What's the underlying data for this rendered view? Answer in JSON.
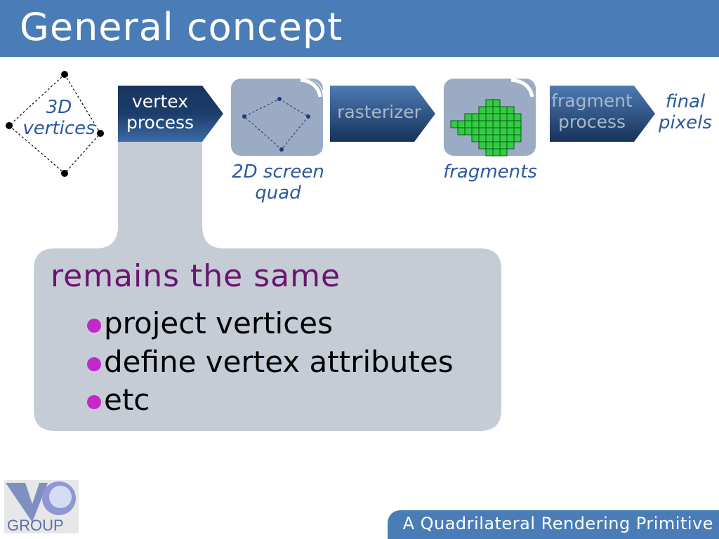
{
  "slide": {
    "title": "General concept",
    "footer": "A Quadrilateral Rendering Primitive"
  },
  "pipeline": {
    "input_label": "3D vertices",
    "stages": [
      {
        "label_line1": "vertex",
        "label_line2": "process",
        "highlighted": true
      },
      {
        "label_line1": "rasterizer",
        "label_line2": "",
        "highlighted": false
      },
      {
        "label_line1": "fragment",
        "label_line2": "process",
        "highlighted": false
      }
    ],
    "intermediate_1": {
      "label_line1": "2D screen",
      "label_line2": "quad"
    },
    "intermediate_2": {
      "label": "fragments"
    },
    "output_label_line1": "final",
    "output_label_line2": "pixels"
  },
  "callout": {
    "heading": "remains the same",
    "bullets": [
      "project vertices",
      "define vertex attributes",
      "etc"
    ]
  },
  "logo": {
    "text": "GROUP"
  },
  "colors": {
    "title_bar": "#4a7db7",
    "arrow_dark": "#1b3a63",
    "arrow_light": "#4d7bb3",
    "callout_bg": "#c5ccd6",
    "heading": "#6b1470",
    "bullet": "#c428c9",
    "fragment_green": "#33cc44",
    "italic_label": "#2b5a9e"
  }
}
